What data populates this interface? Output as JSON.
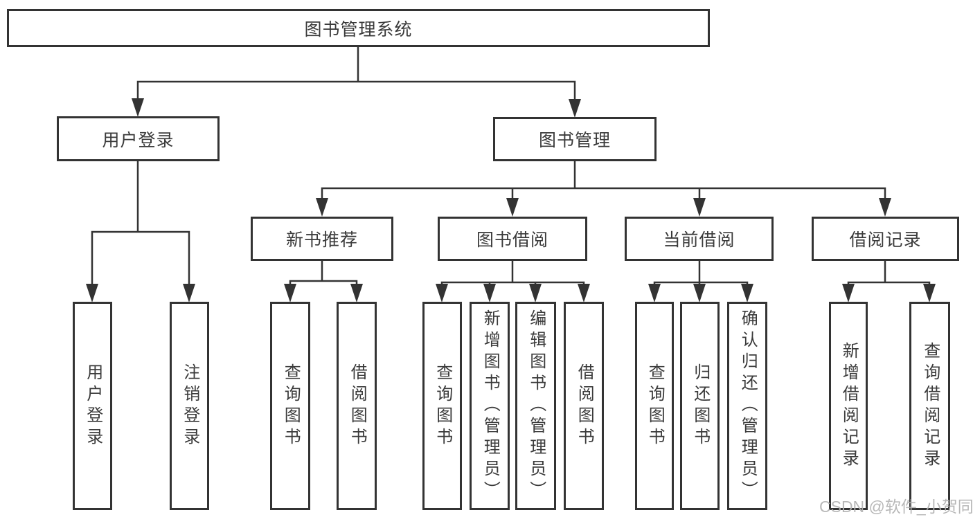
{
  "tree": {
    "label": "图书管理系统",
    "children": [
      {
        "label": "用户登录",
        "children": [
          {
            "label": "用户登录"
          },
          {
            "label": "注销登录"
          }
        ]
      },
      {
        "label": "图书管理",
        "children": [
          {
            "label": "新书推荐",
            "children": [
              {
                "label": "查询图书"
              },
              {
                "label": "借阅图书"
              }
            ]
          },
          {
            "label": "图书借阅",
            "children": [
              {
                "label": "查询图书"
              },
              {
                "label": "新增图书（管理员）"
              },
              {
                "label": "编辑图书（管理员）"
              },
              {
                "label": "借阅图书"
              }
            ]
          },
          {
            "label": "当前借阅",
            "children": [
              {
                "label": "查询图书"
              },
              {
                "label": "归还图书"
              },
              {
                "label": "确认归还（管理员）"
              }
            ]
          },
          {
            "label": "借阅记录",
            "children": [
              {
                "label": "新增借阅记录"
              },
              {
                "label": "查询借阅记录"
              }
            ]
          }
        ]
      }
    ]
  },
  "watermark": "CSDN @软件_小贺同学",
  "colors": {
    "line": "#333333",
    "text": "#3a3a3a",
    "watermark": "#b2b2b2",
    "background": "#ffffff"
  }
}
